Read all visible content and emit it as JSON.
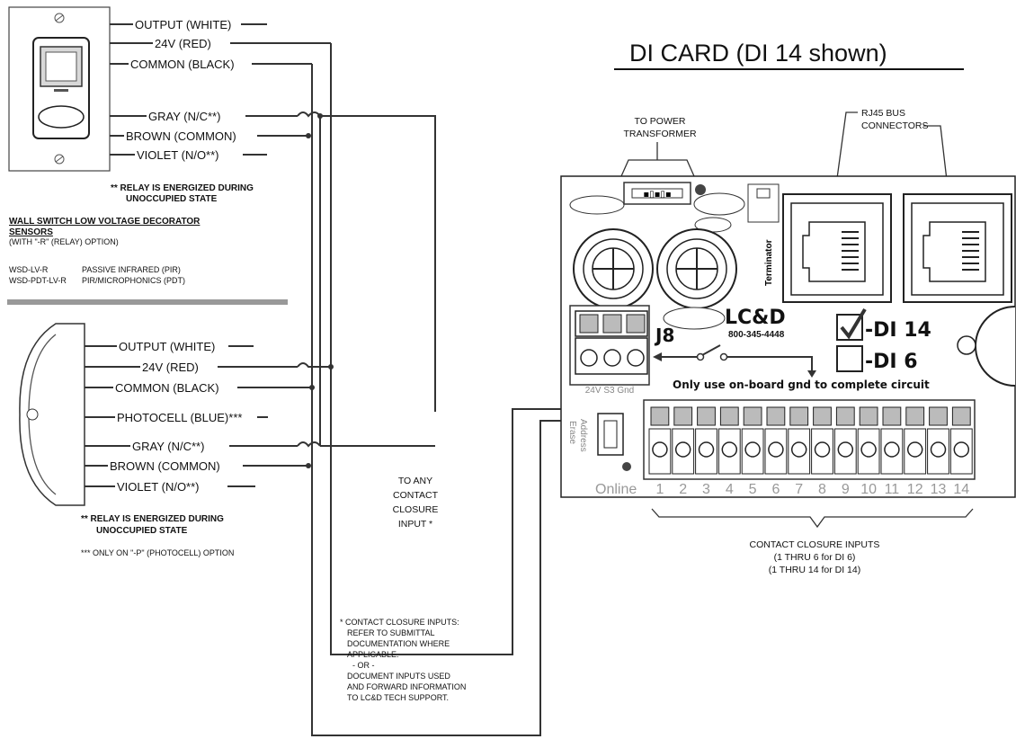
{
  "sensor1": {
    "wires": [
      "OUTPUT (WHITE)",
      "24V (RED)",
      "COMMON (BLACK)",
      "GRAY (N/C**)",
      "BROWN (COMMON)",
      "VIOLET (N/O**)"
    ],
    "note_line1": "**  RELAY IS ENERGIZED DURING",
    "note_line2": "UNOCCUPIED STATE",
    "heading_line1": "WALL SWITCH LOW VOLTAGE DECORATOR",
    "heading_line2": "SENSORS",
    "option_note": "(WITH \"-R\" (RELAY) OPTION)",
    "models": [
      {
        "code": "WSD-LV-R",
        "desc": "PASSIVE INFRARED (PIR)"
      },
      {
        "code": "WSD-PDT-LV-R",
        "desc": "PIR/MICROPHONICS (PDT)"
      }
    ]
  },
  "sensor2": {
    "wires": [
      "OUTPUT (WHITE)",
      "24V (RED)",
      "COMMON (BLACK)",
      "PHOTOCELL (BLUE)***",
      "GRAY (N/C**)",
      "BROWN (COMMON)",
      "VIOLET (N/O**)"
    ],
    "note_line1": "**  RELAY IS ENERGIZED DURING",
    "note_line2": "UNOCCUPIED STATE",
    "note3": "***  ONLY ON \"-P\" (PHOTOCELL) OPTION"
  },
  "contact": {
    "lines": [
      "TO ANY",
      "CONTACT",
      "CLOSURE",
      "INPUT *"
    ],
    "footnote": [
      "* CONTACT CLOSURE INPUTS:",
      "REFER TO SUBMITTAL",
      "DOCUMENTATION WHERE",
      "APPLICABLE.",
      "- OR -",
      "DOCUMENT INPUTS USED",
      "AND FORWARD INFORMATION",
      "TO LC&D TECH SUPPORT."
    ]
  },
  "card": {
    "title": "DI CARD (DI 14 shown)",
    "power_label": [
      "TO POWER",
      "TRANSFORMER"
    ],
    "rj45_label": [
      "RJ45 BUS",
      "CONNECTORS"
    ],
    "terminator": "Terminator",
    "brand": "LC&D",
    "phone": "800-345-4448",
    "j8": "J8",
    "j8_pins": "24V  S3  Gnd",
    "ground_note": "Only use on-board gnd to complete circuit",
    "di14": "-DI 14",
    "di6": "-DI 6",
    "address": "Address",
    "erase": "Erase",
    "online": "Online",
    "inputs": [
      "1",
      "2",
      "3",
      "4",
      "5",
      "6",
      "7",
      "8",
      "9",
      "10",
      "11",
      "12",
      "13",
      "14"
    ],
    "inputs_label": [
      "CONTACT CLOSURE INPUTS",
      "(1 THRU 6 for DI 6)",
      "(1 THRU 14 for DI 14)"
    ]
  }
}
